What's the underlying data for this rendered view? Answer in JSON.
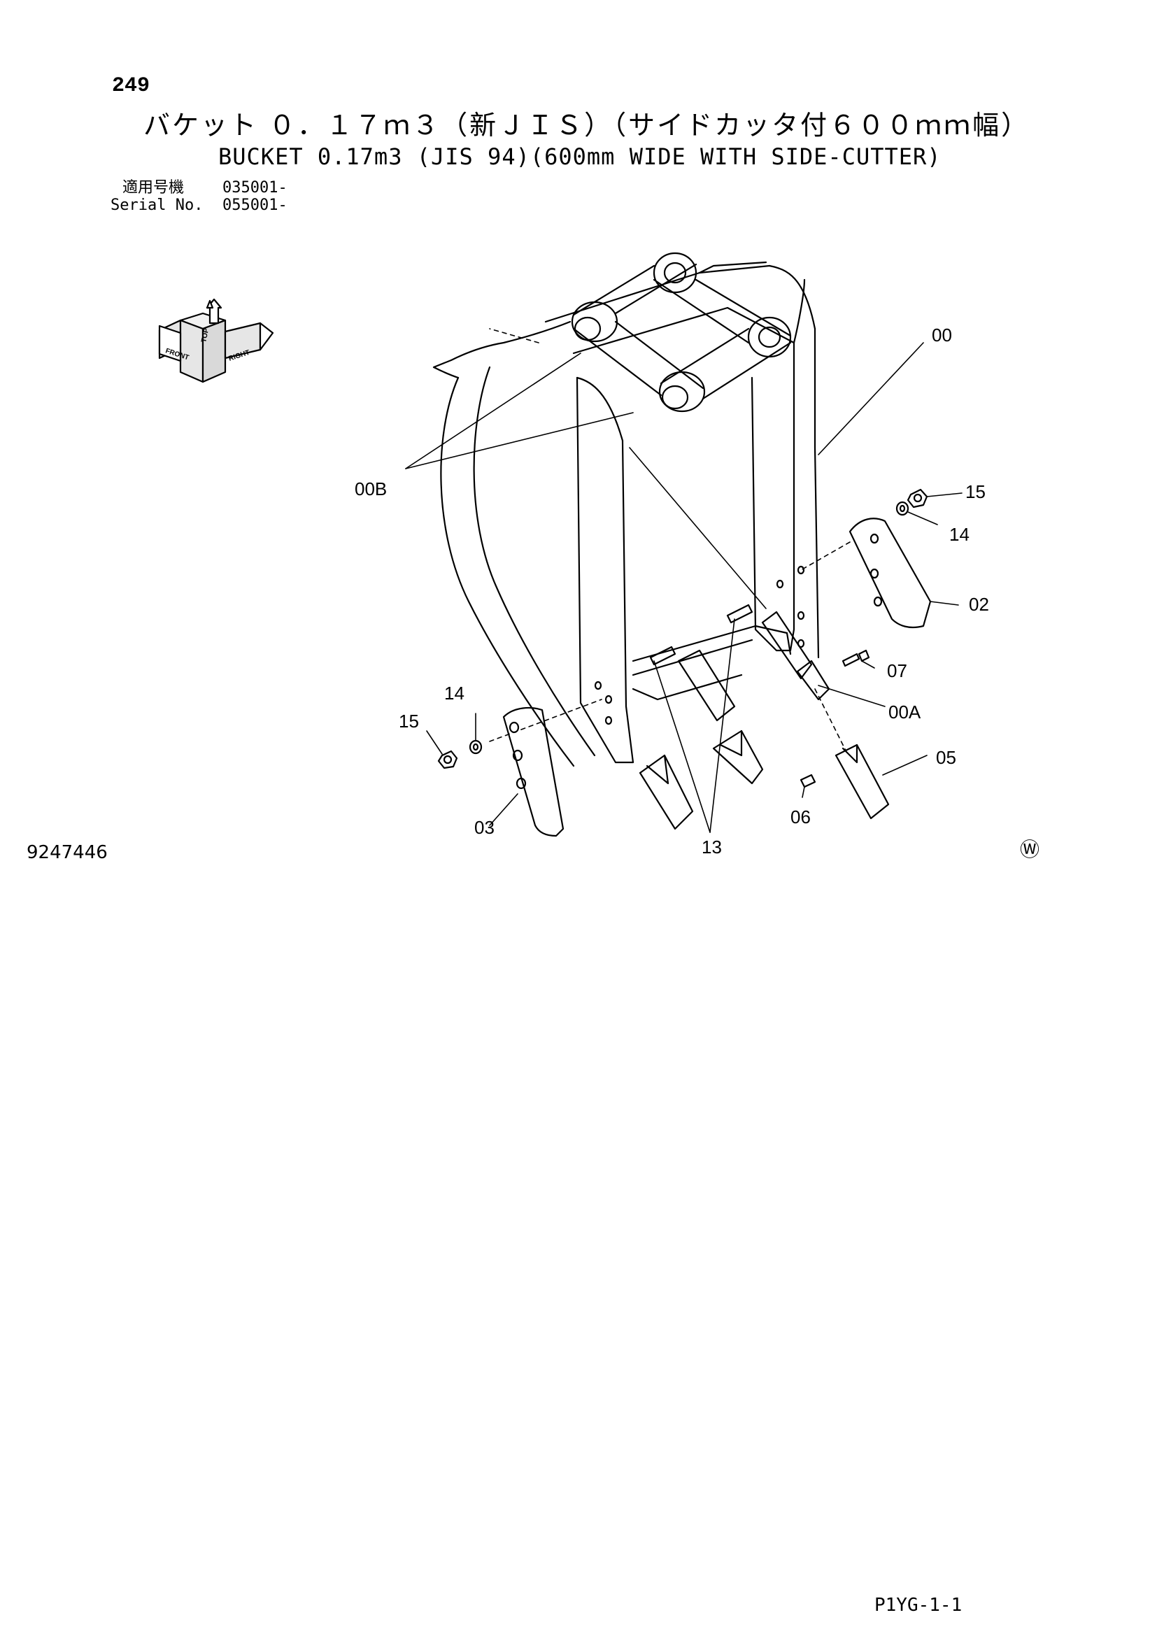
{
  "header": {
    "page_number": "249",
    "title_ja": "バケット ０．１７ｍ３（新ＪＩＳ）（サイドカッタ付６００ｍｍ幅）",
    "title_en": "BUCKET 0.17m3 (JIS 94)(600mm WIDE WITH SIDE-CUTTER)",
    "serial_ja_label": "適用号機",
    "serial_ja_value": "035001-",
    "serial_en_label": "Serial No.",
    "serial_en_value": "055001-"
  },
  "orientation": {
    "top": "TOP",
    "front": "FRONT",
    "right": "RIGHT",
    "icon": "orientation-cube-icon"
  },
  "callouts": {
    "c00": "00",
    "c00B": "00B",
    "c15_right": "15",
    "c14_right": "14",
    "c02": "02",
    "c07": "07",
    "c00A": "00A",
    "c05": "05",
    "c06": "06",
    "c13": "13",
    "c03": "03",
    "c14_left": "14",
    "c15_left": "15"
  },
  "footer": {
    "drawing_number": "9247446",
    "watermark": "Ⓦ",
    "page_code": "P1YG-1-1"
  }
}
